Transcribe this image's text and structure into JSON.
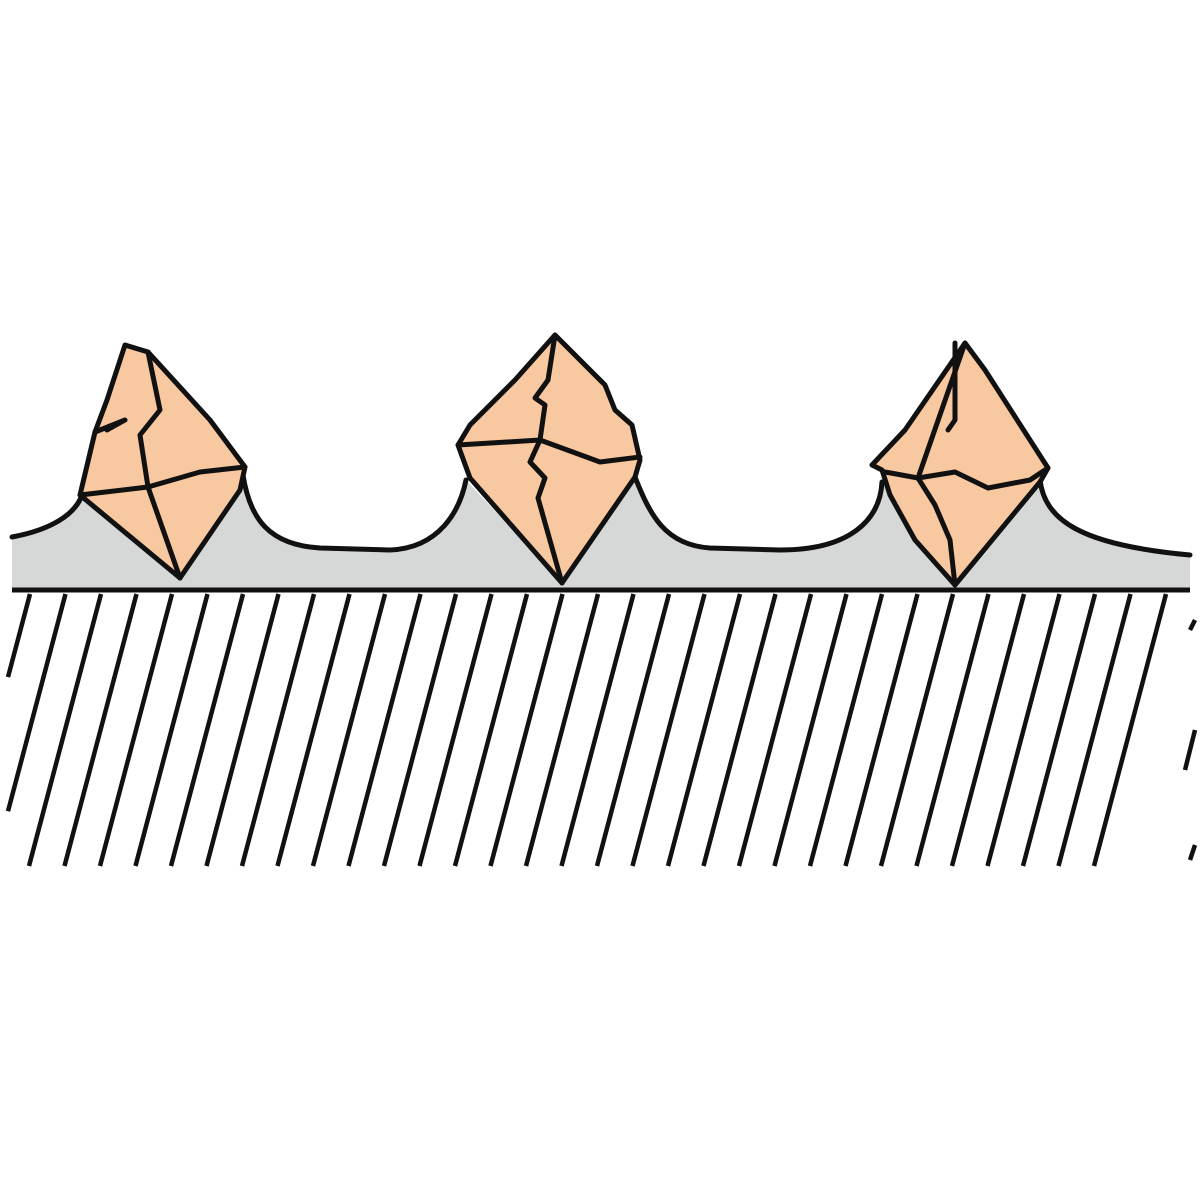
{
  "diagram": {
    "kind": "abrasive grain cross-section",
    "grain_count": 3,
    "layers": [
      "abrasive-grains",
      "bond-layer",
      "substrate"
    ]
  },
  "colors": {
    "background": "#ffffff",
    "grain_fill": "#f8c8a0",
    "bond_fill": "#d6d8d8",
    "outline": "#111111",
    "substrate_hatch": "#111111"
  },
  "icons": {
    "grain": "rock-fragment-icon",
    "substrate": "hatched-base"
  }
}
